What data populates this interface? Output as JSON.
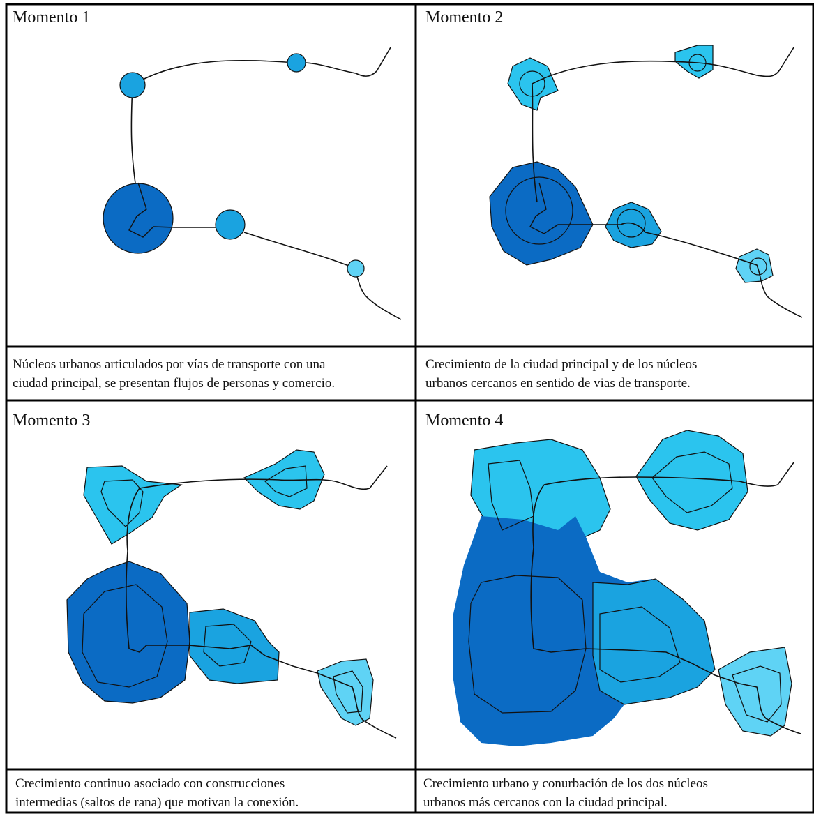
{
  "panels": [
    {
      "title": "Momento 1",
      "caption_line1": "Núcleos urbanos articulados por vías de transporte con una",
      "caption_line2": "ciudad principal, se presentan flujos de personas y comercio."
    },
    {
      "title": "Momento 2",
      "caption_line1": "Crecimiento de la ciudad principal y de los núcleos",
      "caption_line2": "urbanos cercanos en sentido de vias de transporte."
    },
    {
      "title": "Momento 3",
      "caption_line1": "Crecimiento continuo asociado con construcciones",
      "caption_line2": "intermedias (saltos de rana) que motivan la conexión."
    },
    {
      "title": "Momento 4",
      "caption_line1": "Crecimiento urbano y conurbación de los dos núcleos",
      "caption_line2": "urbanos más cercanos con la ciudad principal."
    }
  ],
  "colors": {
    "main_city": "#0b6bc4",
    "near_nucleus": "#1aa3e0",
    "secondary_nucleus": "#2bc4ee",
    "far_nucleus": "#5fd3f5",
    "road": "#111111",
    "border": "#000000"
  }
}
